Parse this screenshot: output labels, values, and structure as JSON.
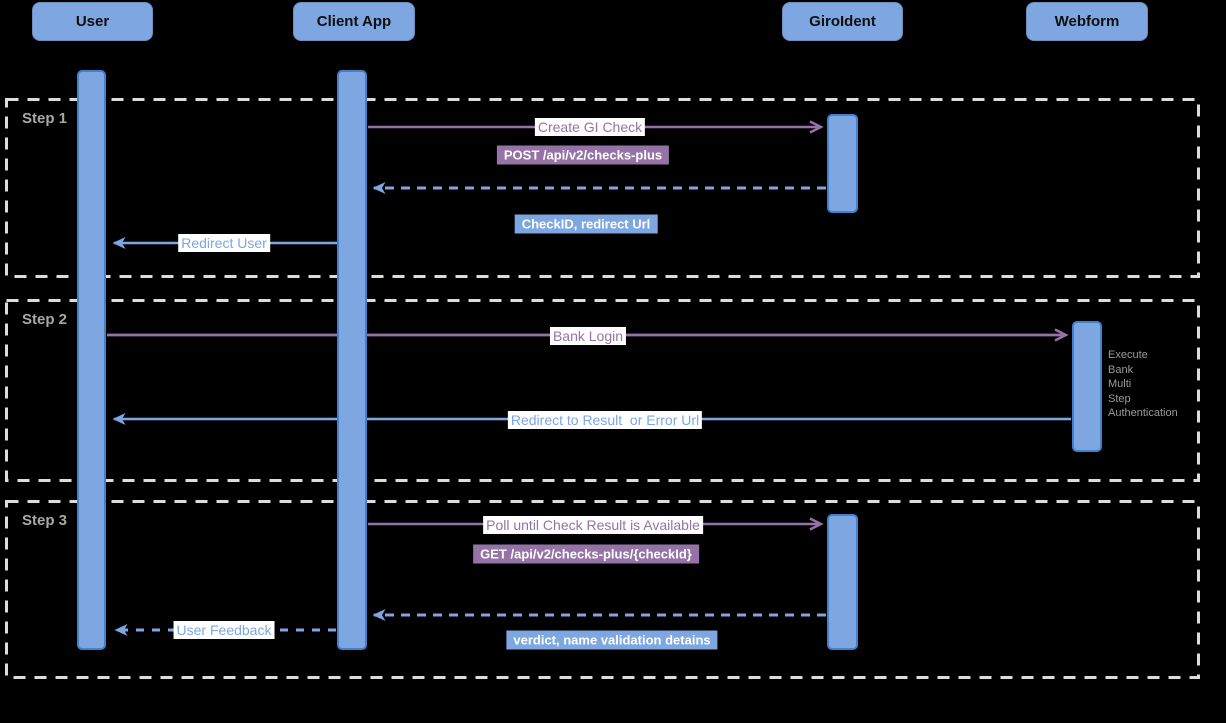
{
  "actors": [
    {
      "label": "User"
    },
    {
      "label": "Client App"
    },
    {
      "label": "GiroIdent"
    },
    {
      "label": "Webform"
    }
  ],
  "steps": [
    {
      "label": "Step 1"
    },
    {
      "label": "Step 2"
    },
    {
      "label": "Step 3"
    }
  ],
  "messages": {
    "create_gi_check": "Create GI Check",
    "post_endpoint": "POST /api/v2/checks-plus",
    "checkid_redirect": "CheckID, redirect Url",
    "redirect_user": "Redirect User",
    "bank_login": "Bank Login",
    "redirect_result": "Redirect to Result  or Error Url",
    "poll_until": "Poll until Check Result is Available",
    "get_endpoint": "GET /api/v2/checks-plus/{checkId}",
    "verdict": "verdict, name validation detains",
    "user_feedback": "User Feedback"
  },
  "note": {
    "text": "Execute\nBank\nMulti\nStep\nAuthentication"
  },
  "colors": {
    "background": "#000000",
    "actor_fill": "#7EA6E0",
    "actor_border": "#6C8EBF",
    "bar_border": "#4080CC",
    "request_purple": "#9673A6",
    "response_blue": "#7EA6E0",
    "step_frame": "#DCDCDC",
    "step_label": "#A8A8A8",
    "note_text": "#9A9A9A"
  }
}
